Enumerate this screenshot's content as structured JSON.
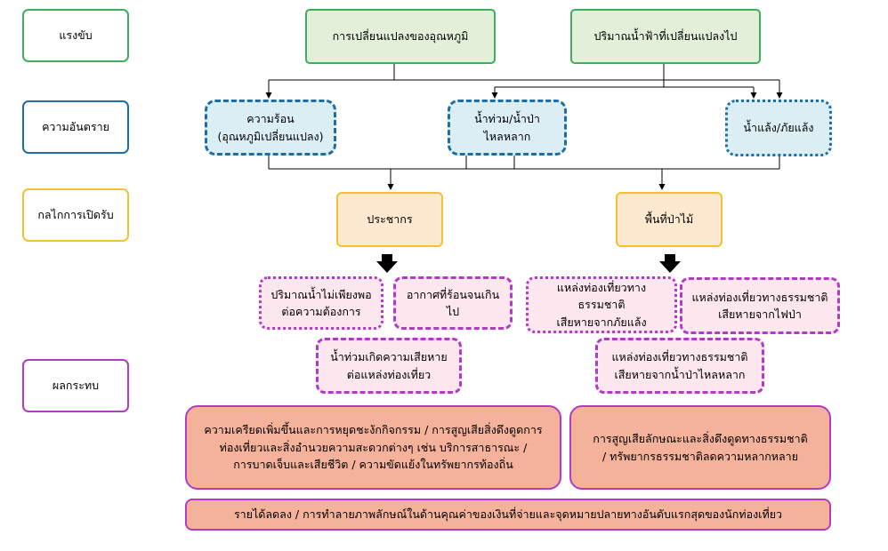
{
  "row_labels": {
    "driver": "แรงขับ",
    "hazard": "ความอันตราย",
    "exposure": "กลไกการเปิดรับ",
    "impact": "ผลกระทบ"
  },
  "drivers": {
    "temperature": "การเปลี่ยนแปลงของอุณหภูมิ",
    "rainfall": "ปริมาณน้ำฟ้าที่เปลี่ยนแปลงไป"
  },
  "hazards": {
    "heat_line1": "ความร้อน",
    "heat_line2": "(อุณหภูมิเปลี่ยนแปลง)",
    "flood_line1": "น้ำท่วม/น้ำป่า",
    "flood_line2": "ไหลหลาก",
    "drought": "น้ำแล้ง/ภัยแล้ง"
  },
  "exposure": {
    "population": "ประชากร",
    "forest": "พื้นที่ป่าไม้"
  },
  "impacts": {
    "water_shortage_line1": "ปริมาณน้ำไม่เพียงพอ",
    "water_shortage_line2": "ต่อความต้องการ",
    "too_hot": "อากาศที่ร้อนจนเกินไป",
    "flood_damage_line1": "น้ำท่วมเกิดความเสียหาย",
    "flood_damage_line2": "ต่อแหล่งท่องเที่ยว",
    "drought_site_line1": "แหล่งท่องเที่ยวทางธรรมชาติ",
    "drought_site_line2": "เสียหายจากภัยแล้ง",
    "fire_site_line1": "แหล่งท่องเที่ยวทางธรรมชาติ",
    "fire_site_line2": "เสียหายจากไฟป่า",
    "flashflood_site_line1": "แหล่งท่องเที่ยวทางธรรมชาติ",
    "flashflood_site_line2": "เสียหายจากน้ำป่าไหลหลาก",
    "social_line1": "ความเครียดเพิ่มขึ้นและการหยุดชะงักกิจกรรม / การสูญเสียสิ่งดึงดูดการ",
    "social_line2": "ท่องเที่ยวและสิ่งอำนวยความสะดวกต่างๆ เช่น บริการสาธารณะ /",
    "social_line3": "การบาดเจ็บและเสียชีวิต /  ความขัดแย้งในทรัพยากรท้องถิ่น",
    "nature_line1": "การสูญเสียลักษณะและสิ่งดึงดูดทางธรรมชาติ",
    "nature_line2": "/ ทรัพยากรธรรมชาติลดความหลากหลาย",
    "economic": "รายได้ลดลง / การทำลายภาพลักษณ์ในด้านคุณค่าของเงินที่จ่ายและจุดหมายปลายทางอันดับแรกสุดของนักท่องเที่ยว"
  },
  "colors": {
    "driver_border": "#3dae5b",
    "hazard_border": "#1f6ea1",
    "exposure_border": "#f2c230",
    "impact_border": "#b13cc3"
  }
}
